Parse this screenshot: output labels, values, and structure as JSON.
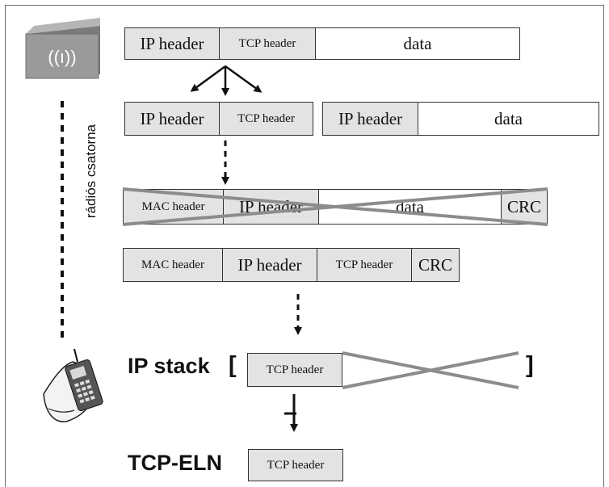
{
  "row1": {
    "ip": "IP header",
    "tcp": "TCP header",
    "data": "data"
  },
  "row2": {
    "ip1": "IP header",
    "tcp": "TCP header",
    "ip2": "IP header",
    "data": "data"
  },
  "row3": {
    "mac": "MAC header",
    "ip": "IP header",
    "data": "data",
    "crc": "CRC"
  },
  "row4": {
    "mac": "MAC header",
    "ip": "IP header",
    "tcp": "TCP header",
    "crc": "CRC"
  },
  "ipstack": {
    "label": "IP stack",
    "open": "[",
    "tcp": "TCP header",
    "close": "]"
  },
  "tcpeln": {
    "label": "TCP-ELN",
    "tcp": "TCP header"
  },
  "radio_channel_label": "rádiós csatorna",
  "colors": {
    "cell_gray": "#e3e3e3",
    "cross_gray": "#8c8c8c"
  },
  "icons": [
    "base-station-icon",
    "mobile-phone-in-hand-icon"
  ]
}
